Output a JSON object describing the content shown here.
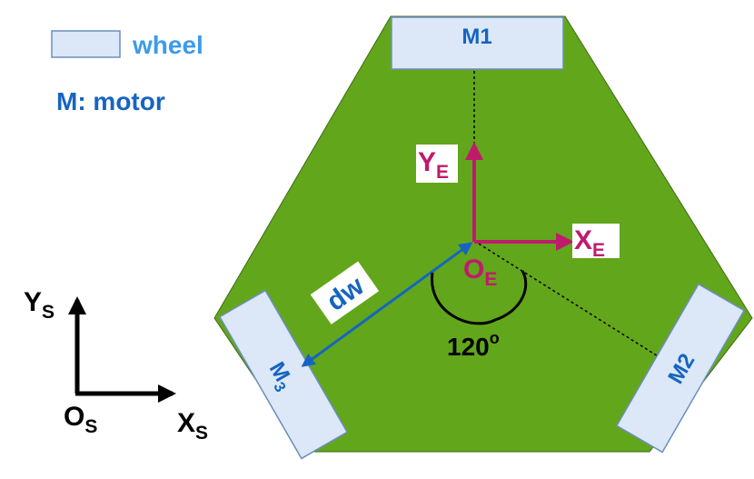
{
  "colors": {
    "base": "#62a61c",
    "base_stroke": "#3f6b12",
    "wheel_fill": "#dce7f7",
    "wheel_stroke": "#6c8ebf",
    "legend_text": "#3d9be9",
    "motor_text": "#1565c0",
    "frame_color": "#c01a6c",
    "dw_color": "#1565c0",
    "black": "#000000",
    "label_bg": "#ffffff"
  },
  "legend": {
    "wheel_label": "wheel",
    "motor_label": "M: motor"
  },
  "motors": {
    "m1": "M1",
    "m2": "M2",
    "m3_base": "M",
    "m3_sub": "3"
  },
  "frame_e": {
    "y_base": "Y",
    "y_sub": "E",
    "x_base": "X",
    "x_sub": "E",
    "o_base": "O",
    "o_sub": "E"
  },
  "distance_label": "dw",
  "angle": {
    "value": "120",
    "unit": "o"
  },
  "frame_s": {
    "y_base": "Y",
    "y_sub": "S",
    "x_base": "X",
    "x_sub": "S",
    "o_base": "O",
    "o_sub": "S"
  },
  "icons": {
    "frame_e_y_arrow": "arrow-up-icon",
    "frame_e_x_arrow": "arrow-right-icon",
    "frame_s_y_arrow": "arrow-up-icon",
    "frame_s_x_arrow": "arrow-right-icon"
  }
}
